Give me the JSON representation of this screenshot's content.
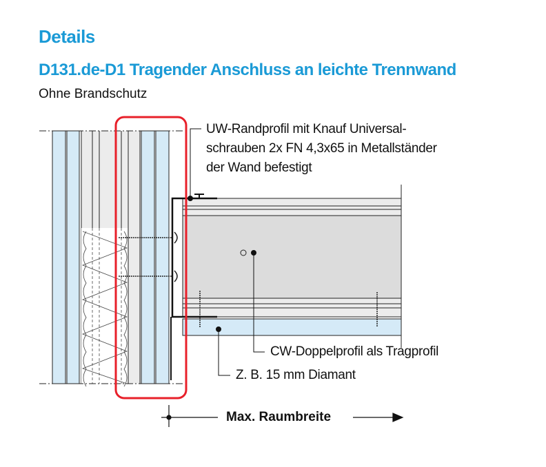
{
  "heading": "Details",
  "detail_title": "D131.de-D1 Tragender Anschluss an leichte Trennwand",
  "subtitle": "Ohne Brandschutz",
  "labels": {
    "uw_line1": "UW-Randprofil mit Knauf Universal-",
    "uw_line2": "schrauben 2x FN 4,3x65 in Metallständer",
    "uw_line3": "der Wand befestigt",
    "cw": "CW-Doppelprofil als Tragprofil",
    "board": "Z. B. 15 mm Diamant",
    "dimension": "Max. Raumbreite"
  },
  "colors": {
    "accent": "#1a9ad6",
    "board": "#d5eaf7",
    "highlight": "#e8202a",
    "profile": "#dcdcdc"
  }
}
